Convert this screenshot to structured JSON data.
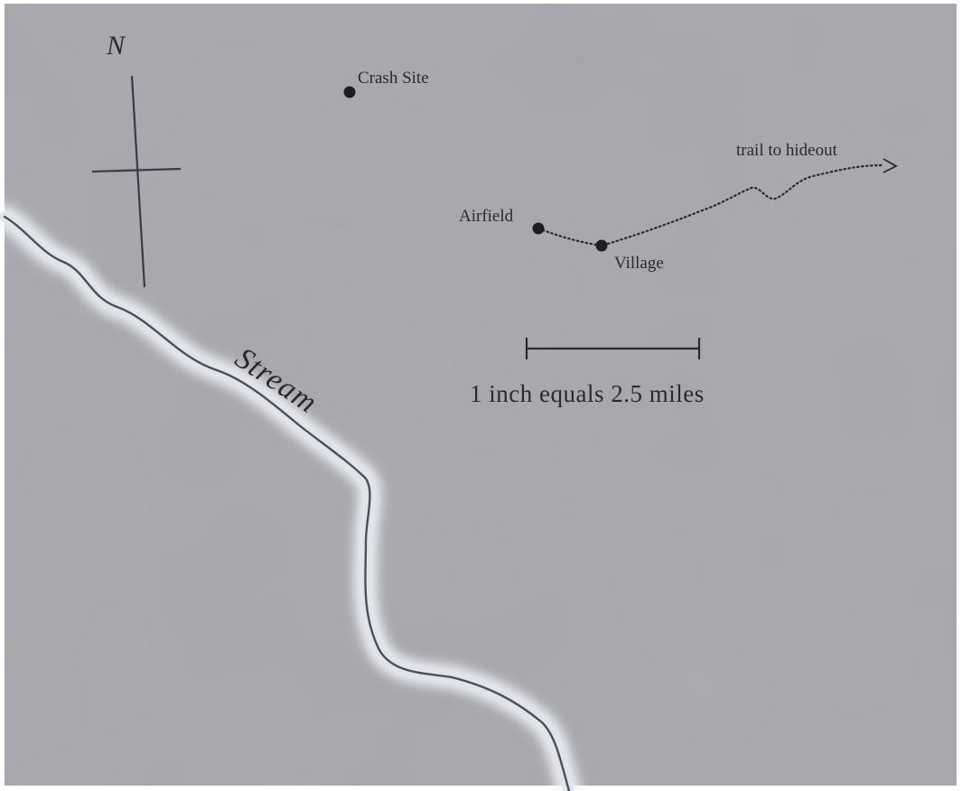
{
  "compass": {
    "north_label": "N",
    "icon": "compass-rose-icon"
  },
  "places": {
    "crash_site": "Crash Site",
    "airfield": "Airfield",
    "village": "Village"
  },
  "trail": {
    "label": "trail to hideout"
  },
  "stream": {
    "label": "Stream"
  },
  "scale_bar": {
    "label": "1 inch equals 2.5 miles"
  },
  "colors": {
    "ink": "#2a2a2e",
    "land": "#a4a4aa",
    "stream_glow": "#e8edf2"
  }
}
